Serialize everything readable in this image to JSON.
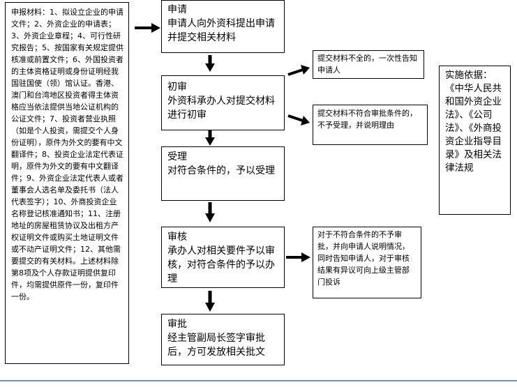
{
  "materials": {
    "text": "申报材料：1、拟设立企业的申请文件；2、外资企业的申请表；3、外资企业章程；4、可行性研究报告；5、按国家有关规定提供核准或前置文件；6、外国投资者的主体资格证明或身份证明经我国驻国使（领）馆认证。香港、澳门和台湾地区投资者得主体资格应当依法提供当地公证机构的公证文件；7、投资者营业执照（如是个人投资，需提交个人身份证明），原件为外文的要有中文翻译件；8、投资企业法定代表证明，原件为外文的要有中文翻译件；9、外资企业法定代表人或者董事会人选名单及委托书（法人代表签字）；10、外商投资企业名称登记核准通知书；11、注册地址的房屋租赁协议及出租方产权证明文件或购买土地证明文件或不动产证明文件；12、其他需要提交的有关材料。上述材料除第8项及个人存款证明提供复印件，均需提供原件一份，复印件一份。"
  },
  "steps": [
    {
      "title": "申请",
      "body": "申请人向外资科提出申请并提交相关材料"
    },
    {
      "title": "初审",
      "body": "外资科承办人对提交材料进行初审"
    },
    {
      "title": "受理",
      "body": "对符合条件的，予以受理"
    },
    {
      "title": "审核",
      "body": "承办人对相关要件予以审核，对符合条件的予以办理"
    },
    {
      "title": "审批",
      "body": "经主管副局长签字审批后，方可发放相关批文"
    }
  ],
  "notes": {
    "incomplete": "提交材料不全的，一次性告知申请人",
    "not_meet": "提交材料不符合审批条件的，不予受理，并说明理由",
    "review_reject": "对于不符合条件的不予审批，并向申请人说明情况，同时告知申请人，对于审核结果有异议可向上级主管部门投诉"
  },
  "basis": {
    "text": "实施依据：《中华人民共和国外资企业法》、《公司法》、《外商投资企业指导目录》及相关法律法规"
  }
}
